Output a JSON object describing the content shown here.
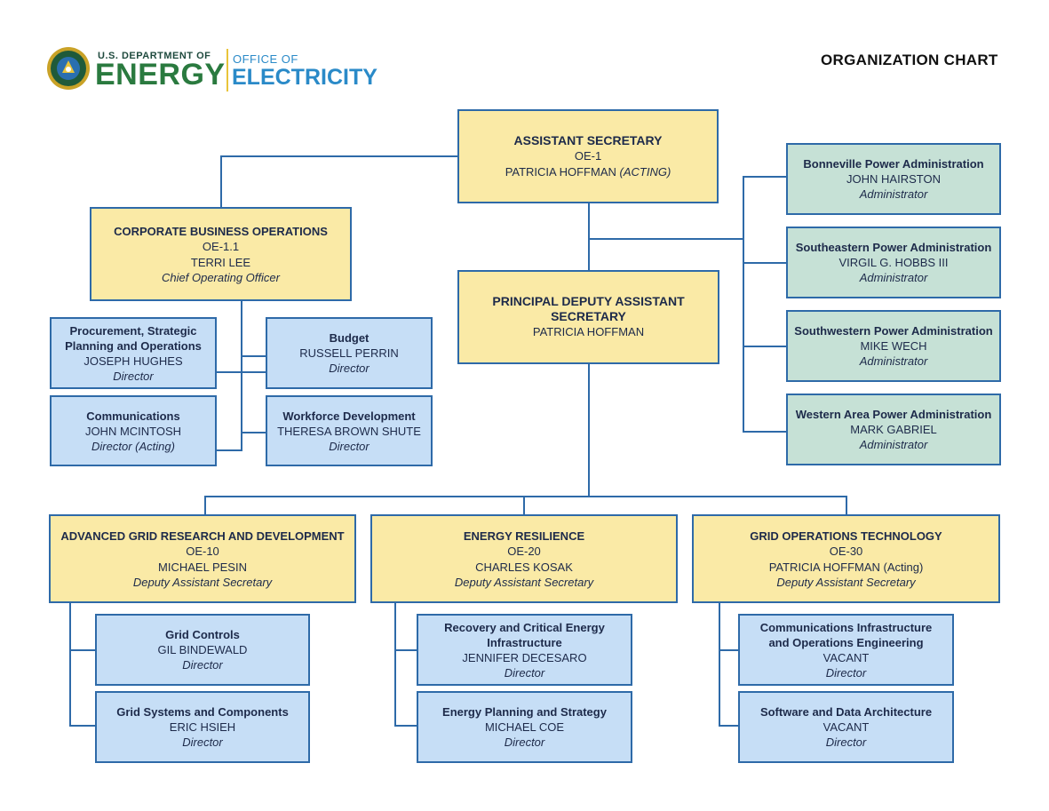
{
  "header": {
    "dept": "U.S. DEPARTMENT OF",
    "energy": "ENERGY",
    "office": "OFFICE OF",
    "electricity": "ELECTRICITY",
    "chart_title": "ORGANIZATION CHART"
  },
  "assistant_secretary": {
    "title": "ASSISTANT SECRETARY",
    "code": "OE-1",
    "name": "PATRICIA HOFFMAN",
    "role": "(ACTING)"
  },
  "corporate": {
    "title": "CORPORATE BUSINESS OPERATIONS",
    "code": "OE-1.1",
    "name": "TERRI LEE",
    "role": "Chief Operating Officer"
  },
  "principal_deputy": {
    "title_line1": "PRINCIPAL DEPUTY ASSISTANT",
    "title_line2": "SECRETARY",
    "name": "PATRICIA HOFFMAN"
  },
  "corporate_units": [
    {
      "title_line1": "Procurement, Strategic",
      "title_line2": "Planning and Operations",
      "name": "JOSEPH HUGHES",
      "role": "Director"
    },
    {
      "title": "Budget",
      "name": "RUSSELL PERRIN",
      "role": "Director"
    },
    {
      "title": "Communications",
      "name": "JOHN MCINTOSH",
      "role": "Director (Acting)"
    },
    {
      "title": "Workforce Development",
      "name": "THERESA BROWN SHUTE",
      "role": "Director"
    }
  ],
  "power_admins": [
    {
      "title": "Bonneville Power Administration",
      "name": "JOHN HAIRSTON",
      "role": "Administrator"
    },
    {
      "title": "Southeastern Power Administration",
      "name": "VIRGIL G. HOBBS III",
      "role": "Administrator"
    },
    {
      "title": "Southwestern Power Administration",
      "name": "MIKE WECH",
      "role": "Administrator"
    },
    {
      "title": "Western Area Power Administration",
      "name": "MARK GABRIEL",
      "role": "Administrator"
    }
  ],
  "divisions": [
    {
      "title": "ADVANCED GRID RESEARCH AND DEVELOPMENT",
      "code": "OE-10",
      "name": "MICHAEL PESIN",
      "role": "Deputy Assistant Secretary"
    },
    {
      "title": "ENERGY RESILIENCE",
      "code": "OE-20",
      "name": "CHARLES KOSAK",
      "role": "Deputy Assistant Secretary"
    },
    {
      "title": "GRID OPERATIONS TECHNOLOGY",
      "code": "OE-30",
      "name": "PATRICIA HOFFMAN (Acting)",
      "role": "Deputy Assistant Secretary"
    }
  ],
  "division_units": [
    {
      "title": "Grid Controls",
      "name": "GIL BINDEWALD",
      "role": "Director"
    },
    {
      "title": "Grid Systems and Components",
      "name": "ERIC HSIEH",
      "role": "Director"
    },
    {
      "title_line1": "Recovery and Critical Energy",
      "title_line2": "Infrastructure",
      "name": "JENNIFER DECESARO",
      "role": "Director"
    },
    {
      "title": "Energy Planning and Strategy",
      "name": "MICHAEL COE",
      "role": "Director"
    },
    {
      "title_line1": "Communications Infrastructure",
      "title_line2": "and Operations Engineering",
      "name": "VACANT",
      "role": "Director"
    },
    {
      "title": "Software and Data Architecture",
      "name": "VACANT",
      "role": "Director"
    }
  ],
  "colors": {
    "line": "#2e6aa8",
    "yellow": "#faeaa6",
    "blue": "#c6def6",
    "green": "#c6e1d6",
    "energy_green": "#2a7a3f",
    "electricity_blue": "#2a8ac8"
  }
}
